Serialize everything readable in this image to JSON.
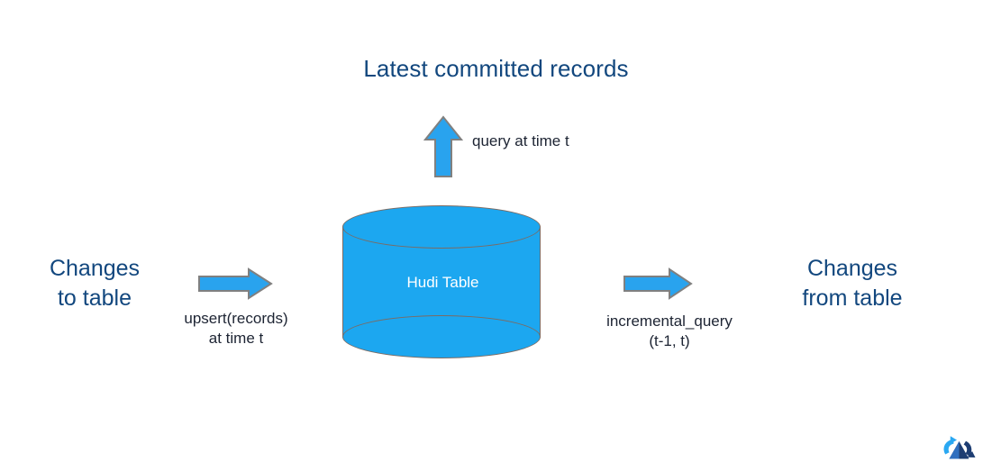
{
  "slide": {
    "background_color": "#ffffff",
    "title": "Latest committed records",
    "title_color": "#12477e"
  },
  "diagram": {
    "type": "flow-diagram",
    "center_node": {
      "shape": "cylinder",
      "label": "Hudi\nTable",
      "fill_color": "#1CA7F0",
      "stroke_color": "#7c6b63",
      "label_color": "#ffffff"
    },
    "left": {
      "label": "Changes\nto table",
      "arrow_direction": "right",
      "arrow_caption": "upsert(records)\nat time t"
    },
    "right": {
      "label": "Changes\nfrom table",
      "arrow_direction": "right",
      "arrow_caption": "incremental_query\n(t-1, t)"
    },
    "top": {
      "arrow_direction": "up",
      "arrow_caption": "query at time t",
      "output_label": "Latest committed records"
    },
    "arrow_fill_color": "#29A3EE",
    "arrow_stroke_color": "#808080",
    "caption_color": "#1d2433"
  },
  "branding": {
    "logo_name": "apache-hudi-logo",
    "logo_primary_color": "#1d3d72",
    "logo_accent_color": "#2aa8f2"
  }
}
